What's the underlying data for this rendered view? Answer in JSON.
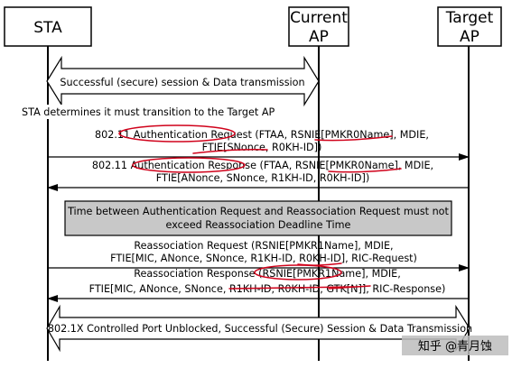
{
  "entities": {
    "sta": {
      "label": "STA"
    },
    "current_ap": {
      "label_line1": "Current",
      "label_line2": "AP"
    },
    "target_ap": {
      "label_line1": "Target",
      "label_line2": "AP"
    }
  },
  "session_top": {
    "label": "Successful (secure) session & Data transmission"
  },
  "decision": {
    "label": "STA determines it must transition to the Target AP"
  },
  "messages": [
    {
      "line1": "802.11 Authentication Request (FTAA,  RSNIE[PMKR0Name], MDIE,",
      "line2": "FTIE[SNonce, R0KH-ID])"
    },
    {
      "line1": "802.11 Authentication Response (FTAA, RSNIE[PMKR0Name], MDIE,",
      "line2": "FTIE[ANonce, SNonce, R1KH-ID, R0KH-ID])"
    },
    {
      "line1": "Reassociation Request (RSNIE[PMKR1Name], MDIE,",
      "line2": "FTIE[MIC, ANonce, SNonce, R1KH-ID, R0KH-ID], RIC-Request)"
    },
    {
      "line1": "Reassociation Response (RSNIE[PMKR1Name], MDIE,",
      "line2": "FTIE[MIC, ANonce, SNonce, R1KH-ID, R0KH-ID, GTK[N]], RIC-Response)"
    }
  ],
  "deadline_note": {
    "line1": "Time between Authentication Request and Reassociation Request must not",
    "line2": "exceed Reassociation Deadline Time"
  },
  "session_bottom": {
    "label": "802.1X Controlled Port Unblocked, Successful (Secure) Session & Data Transmission"
  },
  "watermark": {
    "label": "知乎 @青月蚀"
  },
  "colors": {
    "annotation": "#d0021b",
    "note_fill": "#c8c8c8",
    "line": "#000000"
  }
}
